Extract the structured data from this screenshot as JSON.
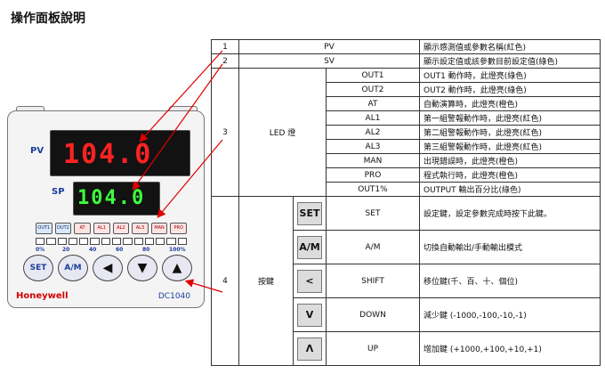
{
  "title": "操作面板說明",
  "device": {
    "pv_label": "PV",
    "sv_label": "SP",
    "pv_value": "104.0",
    "sv_value": "104.0",
    "indicators": [
      "OUT1",
      "OUT2",
      "AT",
      "AL1",
      "AL2",
      "AL3",
      "MAN",
      "PRO"
    ],
    "scale": [
      "0%",
      "20",
      "40",
      "60",
      "80",
      "100%"
    ],
    "keys": [
      "SET",
      "A/M",
      "◀",
      "▼",
      "▲"
    ],
    "brand": "Honeywell",
    "model": "DC1040"
  },
  "table": {
    "rows": [
      {
        "num": "1",
        "item": "PV",
        "desc": "顯示感測值或參數名稱(紅色)"
      },
      {
        "num": "2",
        "item": "SV",
        "desc": "顯示設定值或該參數目前設定值(綠色)"
      }
    ],
    "led_group": {
      "num": "3",
      "category": "LED 燈",
      "items": [
        {
          "item": "OUT1",
          "desc": "OUT1 動作時，此燈亮(綠色)"
        },
        {
          "item": "OUT2",
          "desc": "OUT2 動作時，此燈亮(綠色)"
        },
        {
          "item": "AT",
          "desc": "自動演算時，此燈亮(橙色)"
        },
        {
          "item": "AL1",
          "desc": "第一組警報動作時，此燈亮(紅色)"
        },
        {
          "item": "AL2",
          "desc": "第二組警報動作時，此燈亮(紅色)"
        },
        {
          "item": "AL3",
          "desc": "第三組警報動作時，此燈亮(紅色)"
        },
        {
          "item": "MAN",
          "desc": "出現錯誤時，此燈亮(橙色)"
        },
        {
          "item": "PRO",
          "desc": "程式執行時，此燈亮(橙色)"
        },
        {
          "item": "OUT1%",
          "desc": "OUTPUT 輸出百分比(綠色)"
        }
      ]
    },
    "key_group": {
      "num": "4",
      "category": "按鍵",
      "items": [
        {
          "icon": "SET",
          "item": "SET",
          "desc": "設定鍵，設定參數完成時按下此鍵。"
        },
        {
          "icon": "A/M",
          "item": "A/M",
          "desc": "切換自動輸出/手動輸出模式"
        },
        {
          "icon": "<",
          "item": "SHIFT",
          "desc": "移位鍵(千、百、十、個位)"
        },
        {
          "icon": "V",
          "item": "DOWN",
          "desc": "減少鍵 (-1000,-100,-10,-1)"
        },
        {
          "icon": "Λ",
          "item": "UP",
          "desc": "增加鍵 (+1000,+100,+10,+1)"
        }
      ]
    }
  },
  "colors": {
    "pv": "#ff2222",
    "sv": "#3dff3d",
    "arrow": "#e00000",
    "brand": "#d40000"
  }
}
